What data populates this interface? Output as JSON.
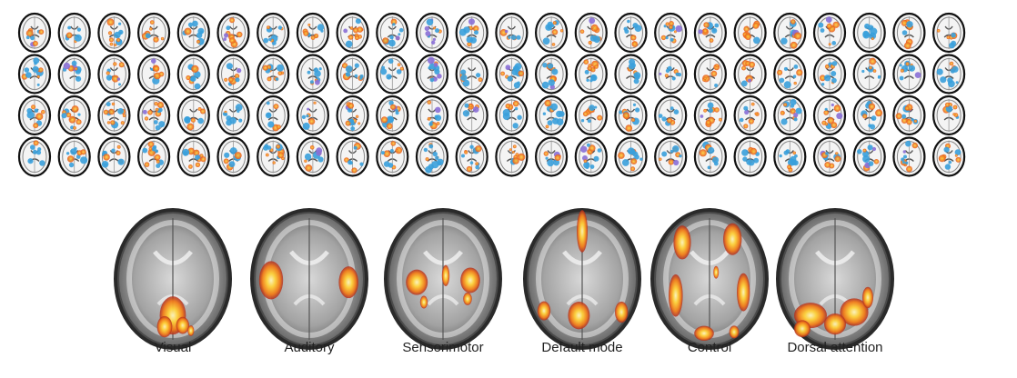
{
  "grid": {
    "rows": 4,
    "columns": 24,
    "hot_color": "#e8561a",
    "hot_core_color": "#ffd23a",
    "cold_color": "#3aa0dc",
    "cold_alt_color": "#8a6fd6"
  },
  "networks": [
    {
      "label": "Visual",
      "activation": "occipital"
    },
    {
      "label": "Auditory",
      "activation": "bilateral-temporal"
    },
    {
      "label": "Sensorimotor",
      "activation": "central-bilateral"
    },
    {
      "label": "Default mode",
      "activation": "frontal-posterior-lateral"
    },
    {
      "label": "Control",
      "activation": "frontal-parietal"
    },
    {
      "label": "Dorsal attention",
      "activation": "posterior-parietal"
    }
  ]
}
